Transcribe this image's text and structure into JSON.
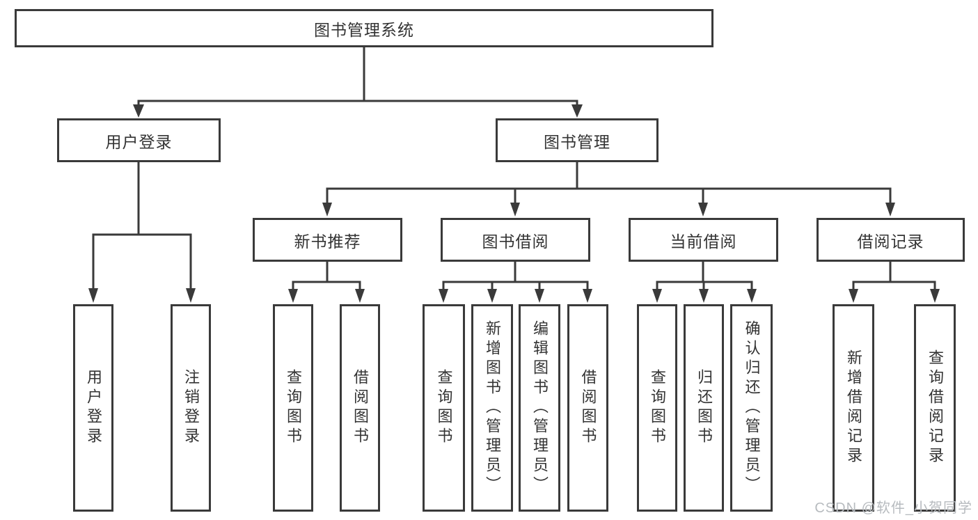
{
  "tree": {
    "root": "图书管理系统",
    "login": {
      "label": "用户登录",
      "children": [
        "用户登录",
        "注销登录"
      ]
    },
    "mgmt": {
      "label": "图书管理",
      "sections": [
        {
          "label": "新书推荐",
          "children": [
            "查询图书",
            "借阅图书"
          ]
        },
        {
          "label": "图书借阅",
          "children": [
            "查询图书",
            "新增图书（管理员）",
            "编辑图书（管理员）",
            "借阅图书"
          ]
        },
        {
          "label": "当前借阅",
          "children": [
            "查询图书",
            "归还图书",
            "确认归还（管理员）"
          ]
        },
        {
          "label": "借阅记录",
          "children": [
            "新增借阅记录",
            "查询借阅记录"
          ]
        }
      ]
    }
  },
  "watermark": {
    "text": "CSDN @软件_小贺同学"
  },
  "colors": {
    "line": "#3a3a3a",
    "text": "#333333",
    "background": "#ffffff",
    "watermark": "#b7bbbf"
  }
}
